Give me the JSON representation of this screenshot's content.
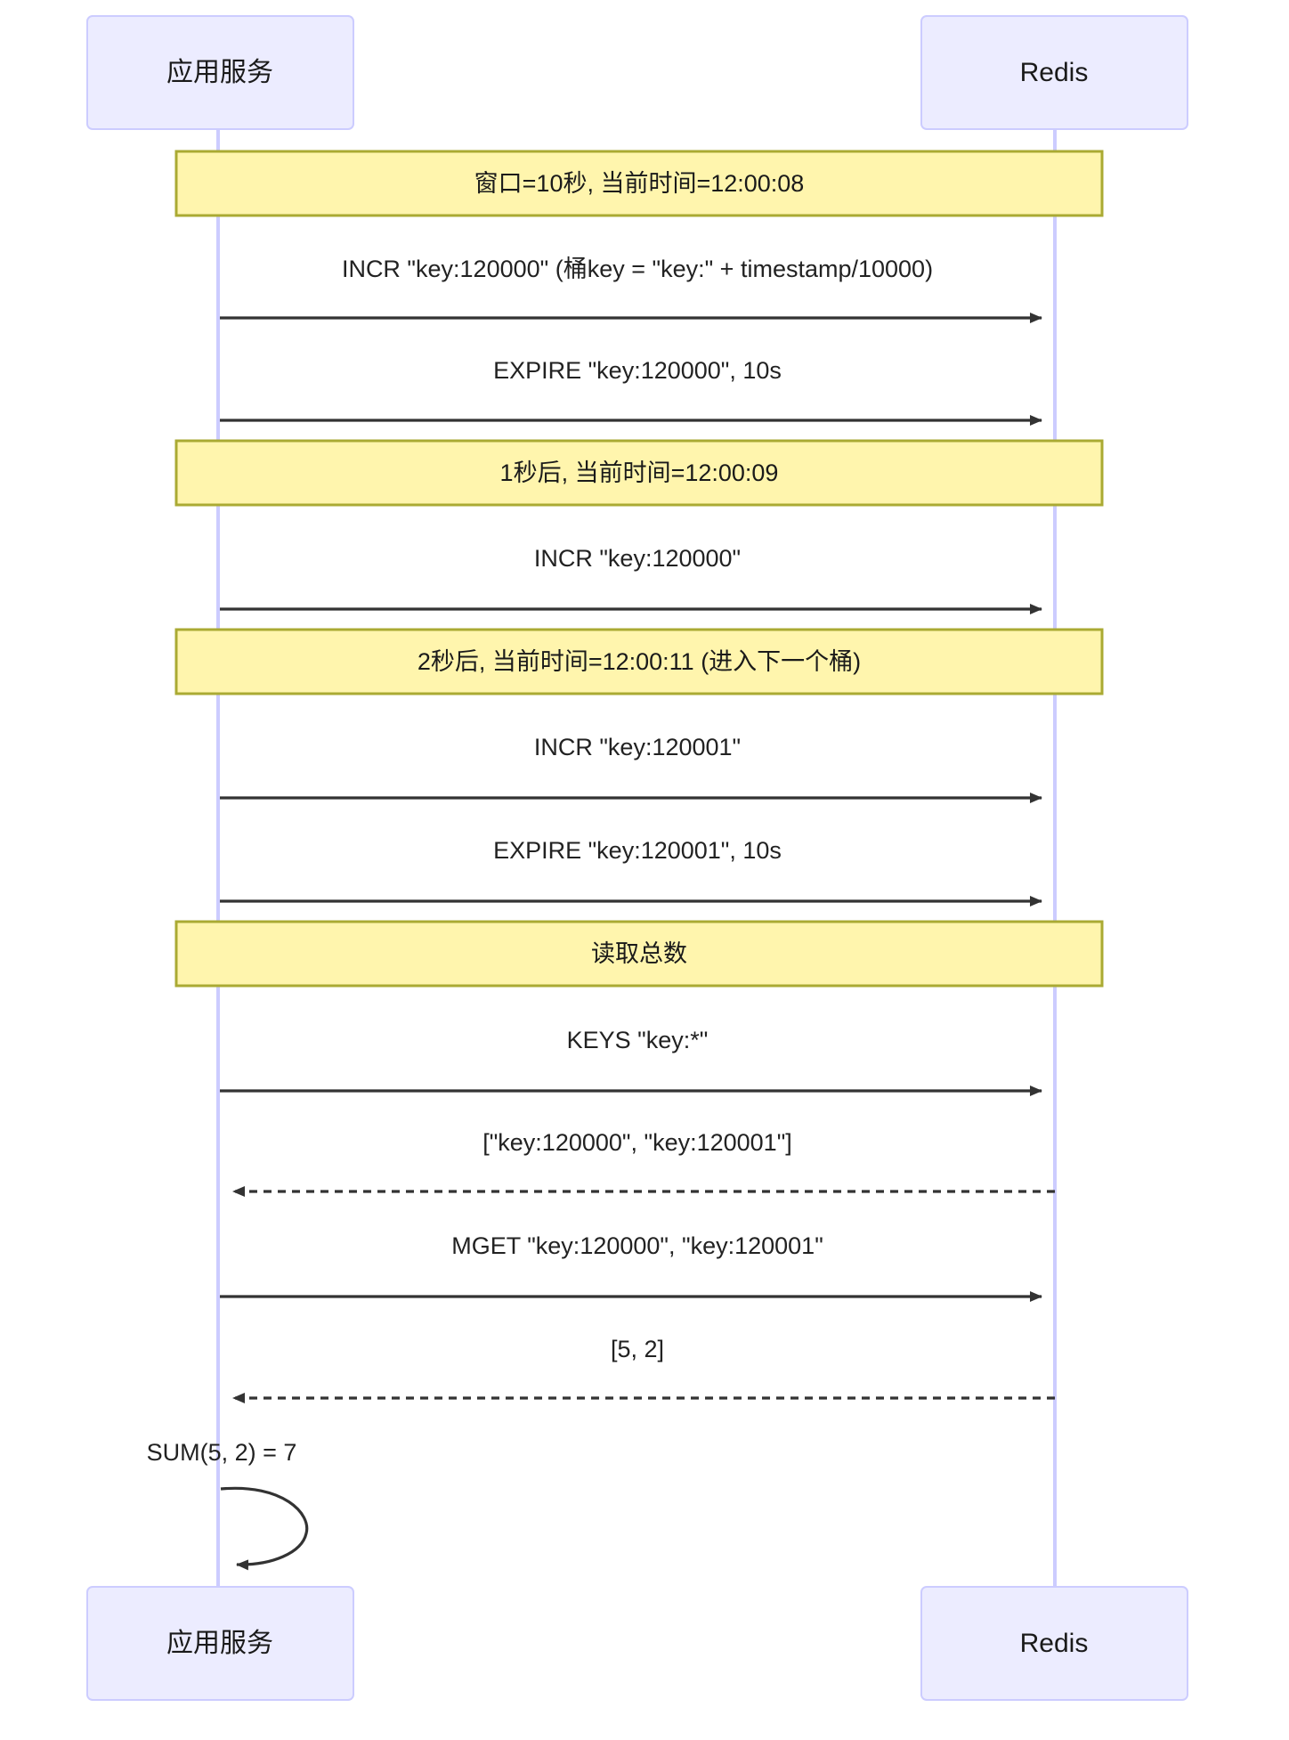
{
  "diagram": {
    "type": "sequence-diagram",
    "colors": {
      "actor_fill": "#ECECFF",
      "actor_stroke": "#CCCCFF",
      "note_fill": "#FFF5AD",
      "note_stroke": "#AAAA33",
      "line": "#333333",
      "background": "#FFFFFF"
    },
    "participants": [
      {
        "id": "app",
        "label": "应用服务"
      },
      {
        "id": "redis",
        "label": "Redis"
      }
    ],
    "notes": [
      {
        "id": "note1",
        "text": "窗口=10秒, 当前时间=12:00:08"
      },
      {
        "id": "note2",
        "text": "1秒后, 当前时间=12:00:09"
      },
      {
        "id": "note3",
        "text": "2秒后, 当前时间=12:00:11 (进入下一个桶)"
      },
      {
        "id": "note4",
        "text": "读取总数"
      }
    ],
    "messages": [
      {
        "id": "m1",
        "from": "app",
        "to": "redis",
        "style": "solid",
        "text": "INCR \"key:120000\" (桶key = \"key:\" + timestamp/10000)"
      },
      {
        "id": "m2",
        "from": "app",
        "to": "redis",
        "style": "solid",
        "text": "EXPIRE \"key:120000\", 10s"
      },
      {
        "id": "m3",
        "from": "app",
        "to": "redis",
        "style": "solid",
        "text": "INCR \"key:120000\""
      },
      {
        "id": "m4",
        "from": "app",
        "to": "redis",
        "style": "solid",
        "text": "INCR \"key:120001\""
      },
      {
        "id": "m5",
        "from": "app",
        "to": "redis",
        "style": "solid",
        "text": "EXPIRE \"key:120001\", 10s"
      },
      {
        "id": "m6",
        "from": "app",
        "to": "redis",
        "style": "solid",
        "text": "KEYS \"key:*\""
      },
      {
        "id": "m7",
        "from": "redis",
        "to": "app",
        "style": "dashed",
        "text": "[\"key:120000\", \"key:120001\"]"
      },
      {
        "id": "m8",
        "from": "app",
        "to": "redis",
        "style": "solid",
        "text": "MGET \"key:120000\", \"key:120001\""
      },
      {
        "id": "m9",
        "from": "redis",
        "to": "app",
        "style": "dashed",
        "text": "[5, 2]"
      },
      {
        "id": "m10",
        "from": "app",
        "to": "app",
        "style": "self-loop",
        "text": "SUM(5, 2) = 7"
      }
    ]
  }
}
